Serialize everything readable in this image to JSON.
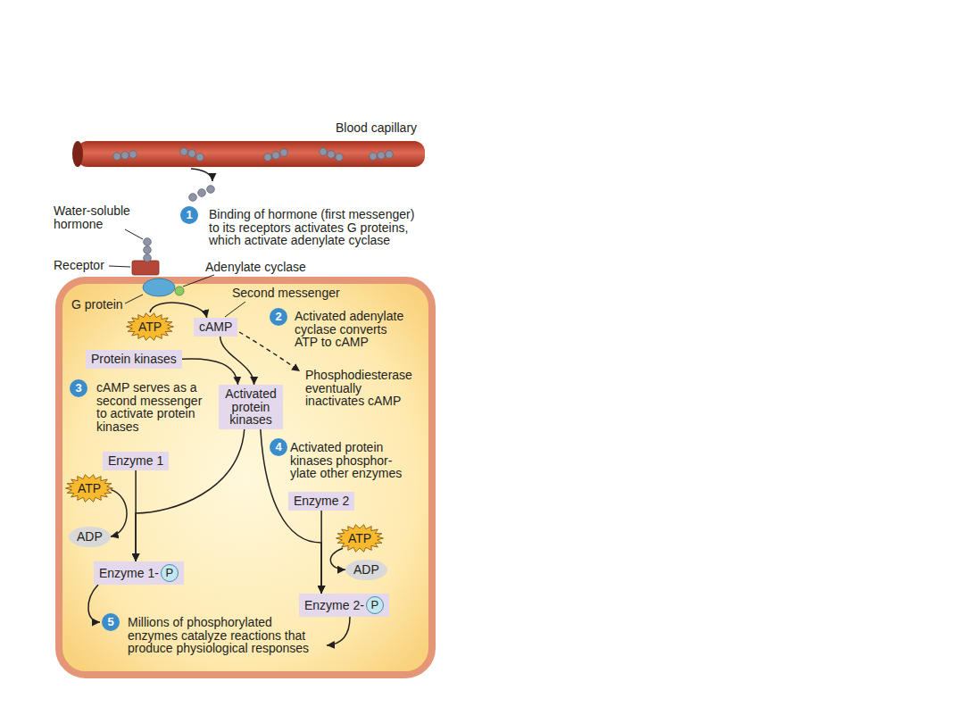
{
  "diagram": {
    "nodes": [
      {
        "text": [
          "ATP"
        ]
      },
      {
        "text": [
          "cAMP"
        ]
      },
      {
        "text": [
          "Protein kinases"
        ]
      },
      {
        "text": [
          "Activated protein kinases"
        ]
      },
      {
        "text": [
          "Enzyme 1"
        ]
      },
      {
        "text": [
          "ATP"
        ]
      },
      {
        "text": [
          "ADP"
        ]
      },
      {
        "text": [
          "Enzyme 1-",
          "P"
        ]
      },
      {
        "text": [
          "Enzyme 2"
        ]
      },
      {
        "text": [
          "ATP"
        ]
      },
      {
        "text": [
          "ADP"
        ]
      },
      {
        "text": [
          "Enzyme 2-",
          "P"
        ]
      }
    ],
    "edges": [
      {
        "from": 0,
        "to": 1,
        "arrow": "to"
      },
      {
        "from": 1,
        "to": 3,
        "arrow": "to"
      },
      {
        "from": 2,
        "to": 3,
        "arrow": "to"
      },
      {
        "from": 4,
        "to": 7,
        "arrow": "to"
      },
      {
        "from": 5,
        "to": 6,
        "arrow": "to"
      },
      {
        "from": 3,
        "to": 7,
        "arrow": "to"
      },
      {
        "from": 8,
        "to": 11,
        "arrow": "to"
      },
      {
        "from": 9,
        "to": 10,
        "arrow": "to"
      },
      {
        "from": 3,
        "to": 11,
        "arrow": "to"
      }
    ],
    "labels": [
      "Blood capillary",
      "1",
      "Binding of hormone (first messenger) to its receptors activates G proteins, which activate adenylate cyclase",
      "Water-soluble hormone",
      "Receptor",
      "Adenylate cyclase",
      "G protein",
      "Second messenger",
      "2",
      "Activated adenylate cyclase converts ATP to cAMP",
      "3",
      "cAMP serves as a second messenger to activate protein kinases",
      "Phosphodiesterase eventually inactivates cAMP",
      "4",
      "Activated protein kinases phosphor- ylate other enzymes",
      "5",
      "Millions of phosphorylated enzymes catalyze reactions that produce physiological responses"
    ]
  }
}
